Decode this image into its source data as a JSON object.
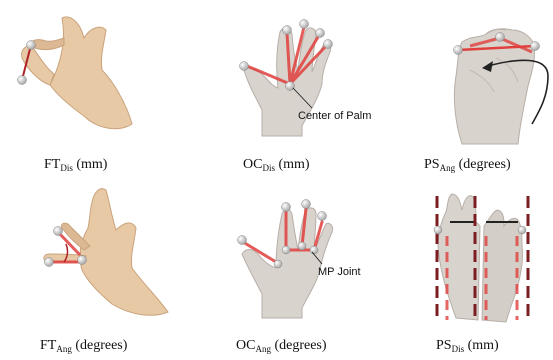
{
  "captions": {
    "ft_dis": {
      "main": "FT",
      "sub": "Dis",
      "unit": "(mm)"
    },
    "oc_dis": {
      "main": "OC",
      "sub": "Dis",
      "unit": "(mm)"
    },
    "ps_ang": {
      "main": "PS",
      "sub": "Ang",
      "unit": "(degrees)"
    },
    "ft_ang": {
      "main": "FT",
      "sub": "Ang",
      "unit": "(degrees)"
    },
    "oc_ang": {
      "main": "OC",
      "sub": "Ang",
      "unit": "(degrees)"
    },
    "ps_dis": {
      "main": "PS",
      "sub": "Dis",
      "unit": "(mm)"
    }
  },
  "callouts": {
    "center_of_palm": "Center of Palm",
    "mp_joint": "MP Joint"
  },
  "colors": {
    "skin": "#e8c9a6",
    "skin_shadow": "#c9a37c",
    "gray_hand": "#d9d3ce",
    "gray_shadow": "#b7aea7",
    "marker_red": "#e0403d",
    "dash_red": "#7a1e22",
    "arrow": "#222222"
  }
}
